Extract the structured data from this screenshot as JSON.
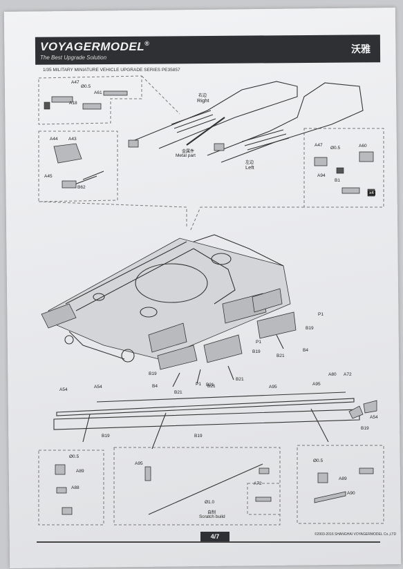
{
  "header": {
    "brand": "VOYAGERMODEL",
    "registered": "®",
    "tagline": "The Best Upgrade Solution",
    "logo_cn": "沃雅"
  },
  "series_line": "1/35 MILITARY MINIATURE VEHICLE  UPGRADE SERIES PE35857",
  "top_callouts": {
    "left_box_1": [
      "A47",
      "Ø0.5",
      "A61",
      "A18"
    ],
    "left_box_2": [
      "A44",
      "A43",
      "A45",
      "B62"
    ],
    "right_cn": "右边",
    "right_en": "Right",
    "left_cn": "左边",
    "left_en": "Left",
    "metal_cn": "金属件",
    "metal_en": "Metal part",
    "right_box": [
      "A47",
      "Ø0.5",
      "A60",
      "A94",
      "B1"
    ],
    "times4": "x4"
  },
  "mid_callouts": [
    "P1",
    "B19",
    "P1",
    "B19",
    "B21",
    "B4",
    "B21",
    "B19",
    "B4",
    "B21",
    "P1",
    "B21",
    "B21"
  ],
  "rail_callouts": [
    "A54",
    "A54",
    "A95",
    "A95",
    "A80",
    "A72",
    "A54",
    "B19",
    "B19",
    "B19"
  ],
  "bottom_callouts": {
    "left_box": [
      "Ø0.5",
      "A89",
      "A88"
    ],
    "center_box": [
      "A95",
      "A72",
      "Ø1.0"
    ],
    "scratch_cn": "自制",
    "scratch_en": "Scratch build",
    "right_box": [
      "Ø0.5",
      "A89",
      "A90"
    ]
  },
  "footer": {
    "page": "4/7",
    "copyright": "©2003-2016 SHANGHAI VOYAGERMODEL Co.,LTD"
  }
}
